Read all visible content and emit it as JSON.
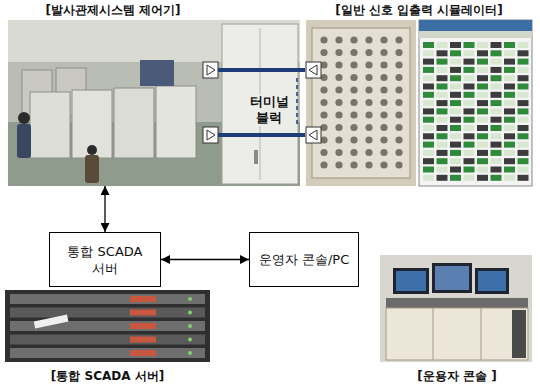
{
  "diagram": {
    "nodes": [
      {
        "text": [
          "[발사관제시스템 제어기]"
        ]
      },
      {
        "text": [
          "[일반 신호 입출력 시뮬레이터]"
        ]
      },
      {
        "text": [
          "통합 SCADA 서버"
        ]
      },
      {
        "text": [
          "운영자 콘솔/PC"
        ]
      },
      {
        "text": [
          "[통합 SCADA 서버]"
        ]
      },
      {
        "text": [
          "[운용자 콘솔 ]"
        ]
      }
    ],
    "edges": [
      {
        "from": 0,
        "to": 1,
        "arrow": "none"
      },
      {
        "from": 0,
        "to": 1,
        "arrow": "none"
      },
      {
        "from": 0,
        "to": 2,
        "arrow": "both"
      },
      {
        "from": 2,
        "to": 3,
        "arrow": "both"
      }
    ],
    "labels": [
      "터미널 블럭"
    ]
  }
}
